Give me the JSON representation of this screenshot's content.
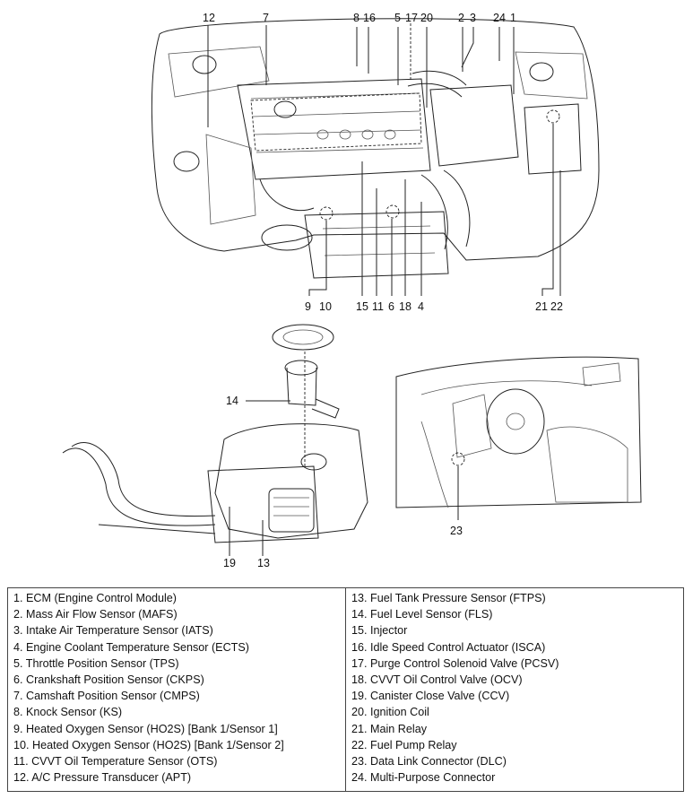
{
  "callouts": {
    "c12": "12",
    "c7": "7",
    "c8": "8",
    "c16": "16",
    "c5": "5",
    "c17": "17",
    "c20": "20",
    "c2": "2",
    "c3": "3",
    "c24": "24",
    "c1": "1",
    "c9": "9",
    "c10": "10",
    "c15": "15",
    "c11": "11",
    "c6": "6",
    "c18": "18",
    "c4": "4",
    "c21": "21",
    "c22": "22",
    "c14": "14",
    "c19": "19",
    "c13": "13",
    "c23": "23"
  },
  "legend": {
    "left": [
      "1. ECM (Engine Control Module)",
      "2. Mass Air Flow Sensor (MAFS)",
      "3. Intake Air Temperature Sensor (IATS)",
      "4. Engine Coolant Temperature Sensor (ECTS)",
      "5. Throttle Position Sensor (TPS)",
      "6. Crankshaft Position Sensor (CKPS)",
      "7. Camshaft Position Sensor (CMPS)",
      "8. Knock Sensor (KS)",
      "9. Heated Oxygen Sensor (HO2S) [Bank 1/Sensor 1]",
      "10. Heated Oxygen Sensor (HO2S) [Bank 1/Sensor 2]",
      "11. CVVT Oil Temperature Sensor (OTS)",
      "12. A/C Pressure Transducer (APT)"
    ],
    "right": [
      "13. Fuel Tank Pressure Sensor (FTPS)",
      "14. Fuel Level Sensor (FLS)",
      "15. Injector",
      "16. Idle Speed Control Actuator (ISCA)",
      "17. Purge Control Solenoid Valve (PCSV)",
      "18. CVVT Oil Control Valve (OCV)",
      "19. Canister Close Valve (CCV)",
      "20. Ignition Coil",
      "21. Main Relay",
      "22. Fuel Pump Relay",
      "23. Data Link Connector (DLC)",
      "24. Multi-Purpose Connector"
    ]
  }
}
